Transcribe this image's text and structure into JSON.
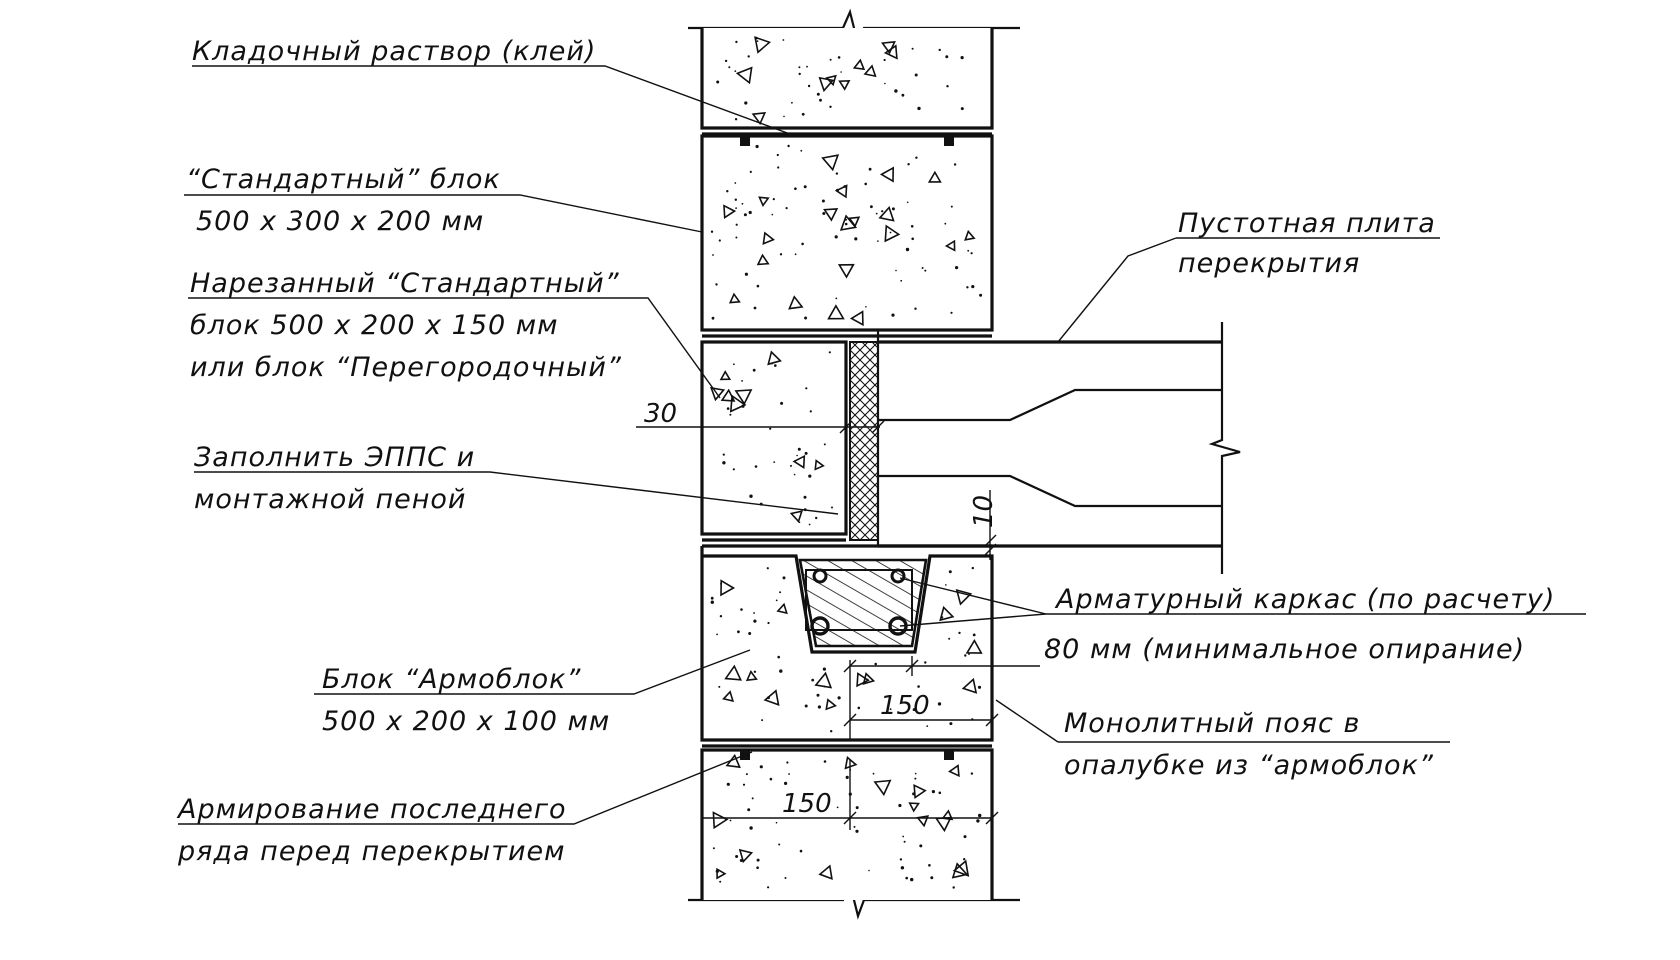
{
  "colors": {
    "ink": "#111111",
    "paper": "#ffffff"
  },
  "labels": {
    "mortar": "Кладочный раствор (клей)",
    "std_block_1": "“Стандартный” блок",
    "std_block_2": "500 х 300 х 200 мм",
    "cut_block_1": "Нарезанный “Стандартный”",
    "cut_block_2": "блок 500 х 200 х 150 мм",
    "cut_block_3": "или блок “Перегородочный”",
    "fill_1": "Заполнить ЭППС и",
    "fill_2": "монтажной пеной",
    "armoblock_1": "Блок “Армоблок”",
    "armoblock_2": "500 х 200 х 100 мм",
    "reinf_row_1": "Армирование последнего",
    "reinf_row_2": "ряда перед перекрытием",
    "slab_1": "Пустотная плита",
    "slab_2": "перекрытия",
    "rebar_cage": "Арматурный каркас (по расчету)",
    "support": "80 мм  (минимальное опирание)",
    "belt_1": "Монолитный пояс в",
    "belt_2": "опалубке из “армоблок”"
  },
  "dimensions": {
    "gap": "30",
    "gap_bottom": "10",
    "armoblock_half": "150",
    "lower_half": "150"
  }
}
